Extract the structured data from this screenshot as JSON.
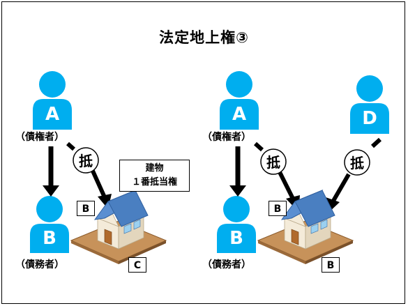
{
  "title": "法定地上権③",
  "left": {
    "person_top": "A",
    "person_top_role": "（債権者）",
    "person_bottom": "B",
    "person_bottom_role": "（債務者）",
    "mortgage_mark": "抵",
    "note_line1": "建物",
    "note_line2": "１番抵当権",
    "building_owner": "B",
    "land_owner": "C"
  },
  "right": {
    "person_top": "A",
    "person_top_role": "（債権者）",
    "person_bottom": "B",
    "person_bottom_role": "（債務者）",
    "person_other": "D",
    "mortgage_mark_1": "抵",
    "mortgage_mark_2": "抵",
    "building_owner": "B",
    "land_owner": "B"
  },
  "colors": {
    "person": "#00AEEF",
    "letter": "#ffffff",
    "roof": "#4A7FC1",
    "wall": "#F4EBD9",
    "ground": "#C7925A"
  }
}
